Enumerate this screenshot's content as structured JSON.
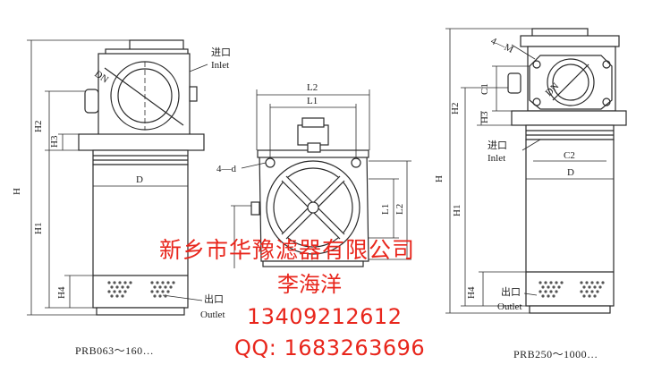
{
  "left_view": {
    "dn": "DN",
    "inlet_cn": "进口",
    "inlet_en": "Inlet",
    "outlet_cn": "出口",
    "outlet_en": "Outlet",
    "dim_h": "H",
    "dim_h1": "H1",
    "dim_h2": "H2",
    "dim_h3": "H3",
    "dim_h4": "H4",
    "dim_d": "D",
    "model": "PRB063～160…"
  },
  "middle_view": {
    "dim_l1": "L1",
    "dim_l2": "L2",
    "dim_4d": "4—d"
  },
  "right_view": {
    "dim_4m": "4—M",
    "dn": "DN",
    "dim_c1": "C1",
    "dim_c2": "C2",
    "dim_h": "H",
    "dim_h1": "H1",
    "dim_h2": "H2",
    "dim_h3": "H3",
    "dim_h4": "H4",
    "dim_d": "D",
    "inlet_cn": "进口",
    "inlet_en": "Inlet",
    "outlet_cn": "出口",
    "outlet_en": "Outlet",
    "model": "PRB250～1000…"
  },
  "watermark": {
    "company": "新乡市华豫滤器有限公司",
    "person": "李海洋",
    "phone": "13409212612",
    "qq": "QQ: 1683263696"
  },
  "colors": {
    "line": "#2a2a2a",
    "watermark": "#e8261c"
  }
}
